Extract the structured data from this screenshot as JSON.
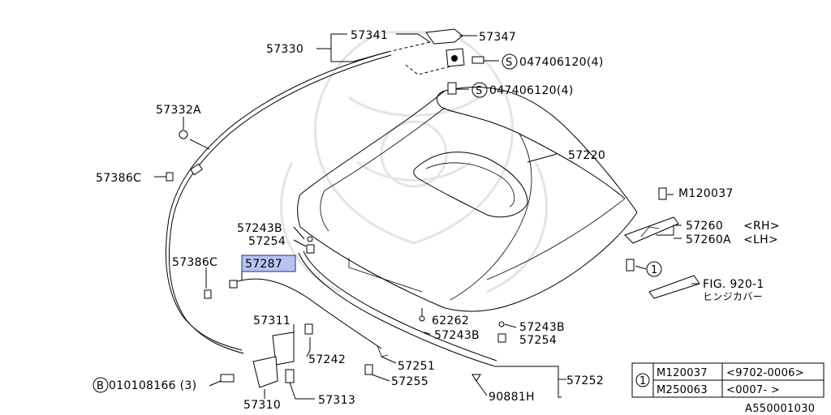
{
  "parts": {
    "p57341": "57341",
    "p57347": "57347",
    "p57330": "57330",
    "p57332A": "57332A",
    "p57386C_top": "57386C",
    "p57386C_mid": "57386C",
    "p57287": "57287",
    "p57243B_top": "57243B",
    "p57254_top": "57254",
    "p57220": "57220",
    "p57260": "57260",
    "p57260_side": "<RH>",
    "p57260A": "57260A",
    "p57260A_side": "<LH>",
    "m120037": "M120037",
    "fig": "FIG. 920-1",
    "fig_jp": "ヒンジカバー",
    "p57311": "57311",
    "p62262": "62262",
    "p57243B_mid": "57243B",
    "p57243B_right": "57243B",
    "p57254_right": "57254",
    "p57242": "57242",
    "p57251": "57251",
    "p57255": "57255",
    "p57252": "57252",
    "p90881H": "90881H",
    "p57313": "57313",
    "p57310": "57310"
  },
  "bolts": {
    "s1_mark": "S",
    "s1": "047406120(4)",
    "s2_mark": "S",
    "s2": "047406120(4)",
    "b_mark": "B",
    "b": "010108166 (3)"
  },
  "callout_one": "1",
  "note_table": {
    "ref": "1",
    "rows": [
      {
        "part": "M120037",
        "range": "<9702-0006>"
      },
      {
        "part": "M250063",
        "range": "<0007-      >"
      }
    ]
  },
  "figure_code": "A550001030",
  "highlight_color": "#b7c2ee"
}
